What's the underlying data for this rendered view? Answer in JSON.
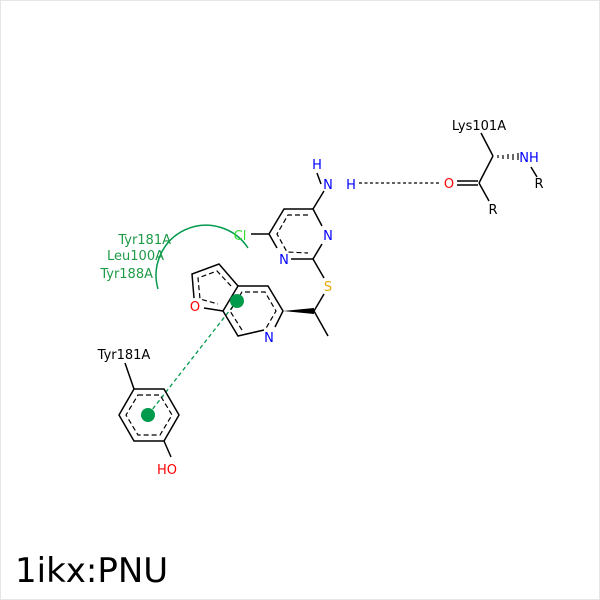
{
  "title": "1ikx:PNU",
  "atoms": {
    "n_amine": "N",
    "h1": "H",
    "h2": "H",
    "n_ring1": "N",
    "n_ring2": "N",
    "cl": "Cl",
    "s": "S",
    "n_pyridine": "N",
    "o_furan": "O",
    "o_lys": "O",
    "n_lys": "NH",
    "r1": "R",
    "r2": "R",
    "ho": "HO"
  },
  "residues": {
    "lys": "Lys101A",
    "tyr_pi": "Tyr181A",
    "hydrophobic": [
      "Tyr181A",
      "Leu100A",
      "Tyr188A"
    ]
  },
  "colors": {
    "interaction_green": "#009a4c",
    "hydrophobic_text": "#1f9a47",
    "nitrogen": "#0000ff",
    "oxygen": "#ff0000",
    "sulfur": "#e6a800",
    "chlorine": "#33dd33"
  }
}
